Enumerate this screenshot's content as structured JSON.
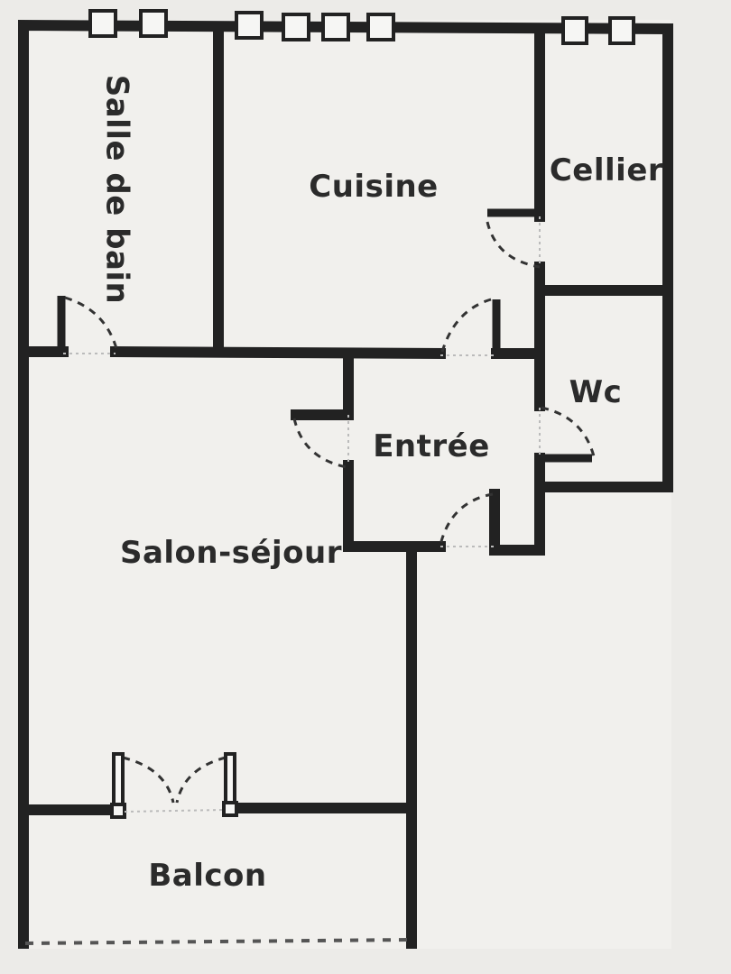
{
  "rooms": {
    "salle_de_bain": "Salle de bain",
    "cuisine": "Cuisine",
    "cellier": "Cellier",
    "wc": "Wc",
    "entree": "Entrée",
    "salon_sejour": "Salon-séjour",
    "balcon": "Balcon"
  },
  "colors": {
    "paper": "#ecebe8",
    "wall": "#222222",
    "text": "#2b2b2b"
  }
}
